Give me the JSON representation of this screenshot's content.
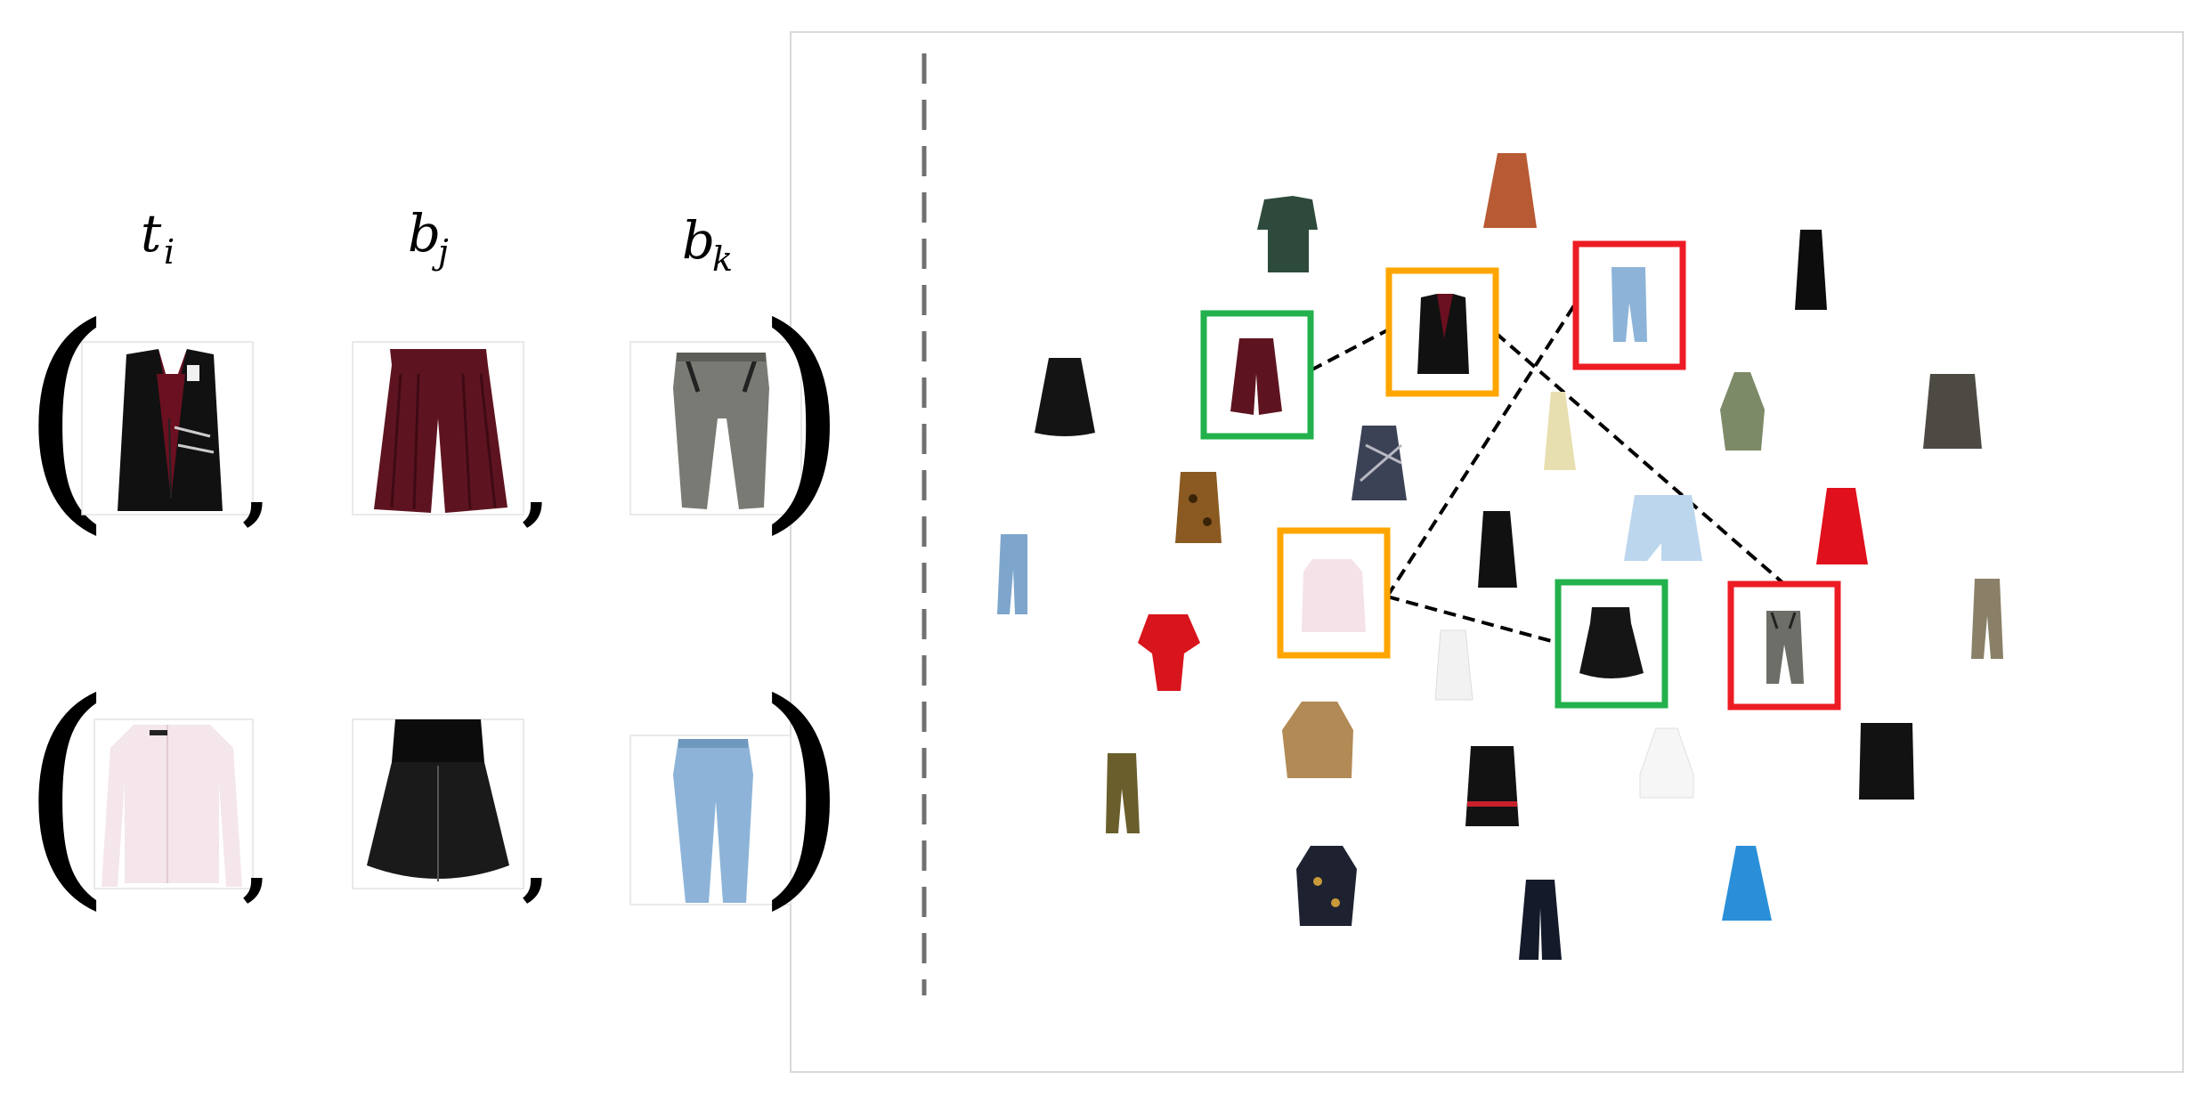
{
  "triplet_labels": {
    "first": {
      "base": "t",
      "sub": "i"
    },
    "second": {
      "base": "b",
      "sub": "j"
    },
    "third": {
      "base": "b",
      "sub": "k"
    }
  },
  "punctuation": {
    "open": "(",
    "close": ")",
    "comma": ","
  },
  "colors": {
    "anchor": "#ffa500",
    "positive": "#22b14c",
    "negative": "#ed1c24",
    "link": "#000000",
    "divider": "#707070",
    "panel_border": "#d9d9d9"
  },
  "triplets": [
    {
      "top": {
        "item": "black-vest-top",
        "icon": "vest-icon"
      },
      "positive": {
        "item": "burgundy-pleated-culottes",
        "icon": "culottes-icon"
      },
      "negative": {
        "item": "grey-suspender-trousers",
        "icon": "trousers-icon"
      }
    },
    {
      "top": {
        "item": "pink-knit-cardigan",
        "icon": "cardigan-icon"
      },
      "positive": {
        "item": "black-flared-skirt",
        "icon": "skirt-icon"
      },
      "negative": {
        "item": "light-blue-jeans",
        "icon": "jeans-icon"
      }
    }
  ],
  "embedding_space": {
    "highlighted": [
      {
        "role": "anchor",
        "item": "black-vest-top"
      },
      {
        "role": "positive",
        "item": "burgundy-pleated-culottes"
      },
      {
        "role": "negative",
        "item": "light-blue-jeans"
      },
      {
        "role": "anchor",
        "item": "pink-knit-cardigan"
      },
      {
        "role": "positive",
        "item": "black-flared-skirt"
      },
      {
        "role": "negative",
        "item": "grey-suspender-trousers"
      }
    ]
  }
}
